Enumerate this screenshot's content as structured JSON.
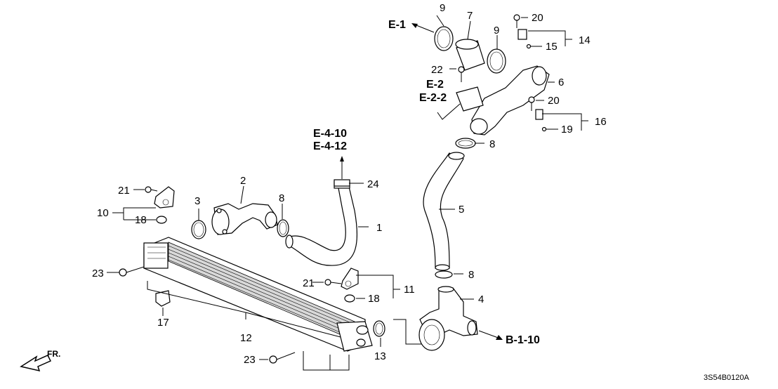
{
  "labels": {
    "p1": "1",
    "p2": "2",
    "p3": "3",
    "p4": "4",
    "p5": "5",
    "p6": "6",
    "p7": "7",
    "p8a": "8",
    "p8b": "8",
    "p8c": "8",
    "p9a": "9",
    "p9b": "9",
    "p10": "10",
    "p11": "11",
    "p12": "12",
    "p13": "13",
    "p14": "14",
    "p15": "15",
    "p16": "16",
    "p17": "17",
    "p18a": "18",
    "p18b": "18",
    "p19": "19",
    "p20a": "20",
    "p20b": "20",
    "p21a": "21",
    "p21b": "21",
    "p22": "22",
    "p23a": "23",
    "p23b": "23",
    "p24": "24"
  },
  "references": {
    "e1": "E-1",
    "e2": "E-2",
    "e22": "E-2-2",
    "e410": "E-4-10",
    "e412": "E-4-12",
    "b110": "B-1-10"
  },
  "front_marker": "FR.",
  "diagram_code": "3S54B0120A"
}
